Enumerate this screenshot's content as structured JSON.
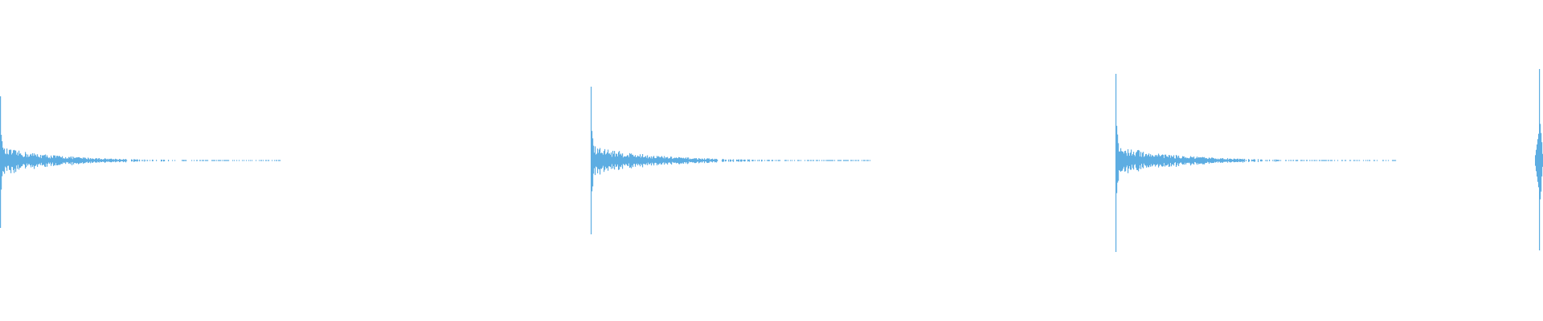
{
  "chart_data": {
    "type": "waveform",
    "color": "#5dade2",
    "background": "#ffffff",
    "grid": false,
    "axes": false,
    "amplitude_range": [
      -1,
      1
    ],
    "time_range": [
      0,
      1
    ],
    "transients": [
      {
        "time": 0.0,
        "peak_up": 0.4,
        "peak_down": 0.42,
        "body": 0.07,
        "decay": 0.07
      },
      {
        "time": 0.383,
        "peak_up": 0.46,
        "peak_down": 0.46,
        "body": 0.08,
        "decay": 0.07
      },
      {
        "time": 0.7235,
        "peak_up": 0.54,
        "peak_down": 0.57,
        "body": 0.08,
        "decay": 0.07
      },
      {
        "time": 0.998,
        "peak_up": 0.57,
        "peak_down": 0.56,
        "body": 0.2,
        "decay": 0.003
      }
    ]
  }
}
